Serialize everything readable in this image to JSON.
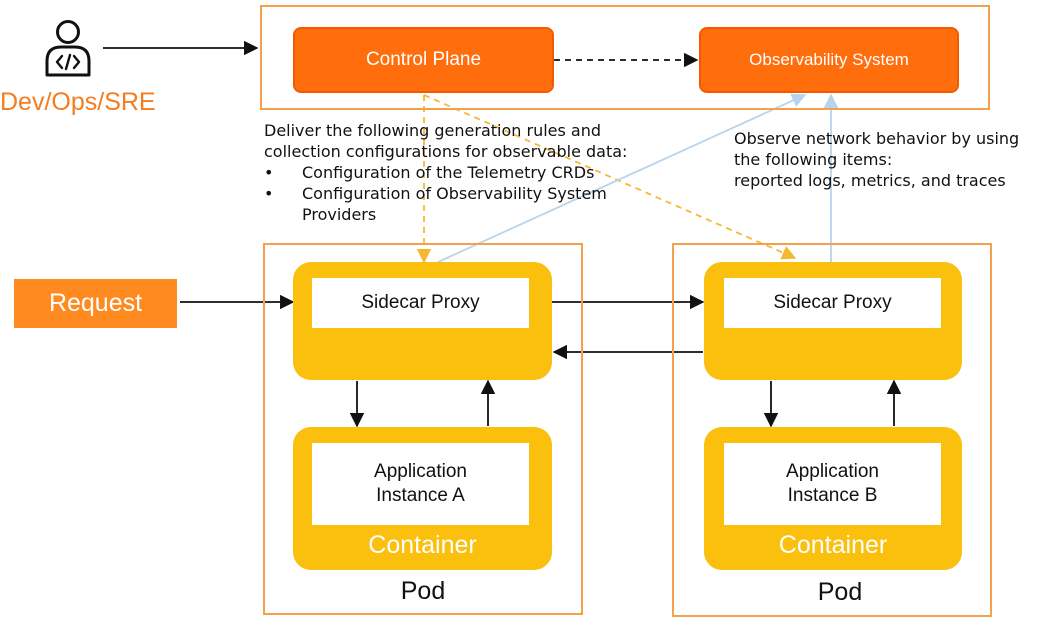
{
  "actor": {
    "label": "Dev/Ops/SRE",
    "icon": "developer-person-icon"
  },
  "control_plane": {
    "label": "Control Plane"
  },
  "observability_system": {
    "label": "Observability System"
  },
  "deliver_note": {
    "intro": "Deliver the following generation rules and collection configurations for observable data:",
    "items": [
      "Configuration of the Telemetry CRDs",
      "Configuration of Observability System Providers"
    ]
  },
  "observe_note": {
    "line1": "Observe network behavior by using the following items:",
    "line2": "reported logs, metrics, and traces"
  },
  "request": {
    "label": "Request"
  },
  "pods": [
    {
      "sidecar_label": "Sidecar Proxy",
      "app_label": "Application Instance A",
      "container_label": "Container",
      "pod_label": "Pod"
    },
    {
      "sidecar_label": "Sidecar Proxy",
      "app_label": "Application Instance B",
      "container_label": "Container",
      "pod_label": "Pod"
    }
  ],
  "colors": {
    "orange": "#ff6d0d",
    "orange_text": "#f57c1f",
    "yellow": "#fbbf0d",
    "outline": "#f5a04a",
    "dashed_orange": "#f8b733",
    "light_blue": "#b8d4ec"
  }
}
